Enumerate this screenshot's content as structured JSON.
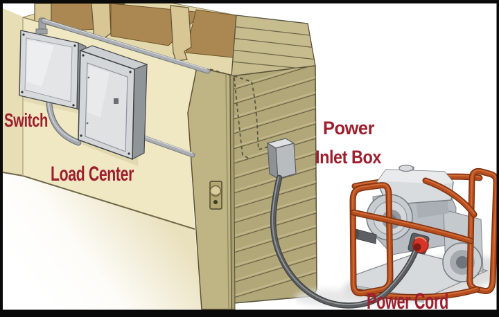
{
  "labels": {
    "switch": "Switch",
    "load_center": "Load Center",
    "power_inlet_line1": "Power",
    "power_inlet_line2": "Inlet Box",
    "power_cord": "Power Cord"
  },
  "colors": {
    "label_red": "#9D1E2D",
    "frame_orange": "#B64D1E",
    "outlet_red": "#D53528",
    "siding_khaki": "#B2A778",
    "wall_cream": "#F0E7C3",
    "metal_gray": "#D4D7D9",
    "cord_gray": "#5B5E61"
  }
}
